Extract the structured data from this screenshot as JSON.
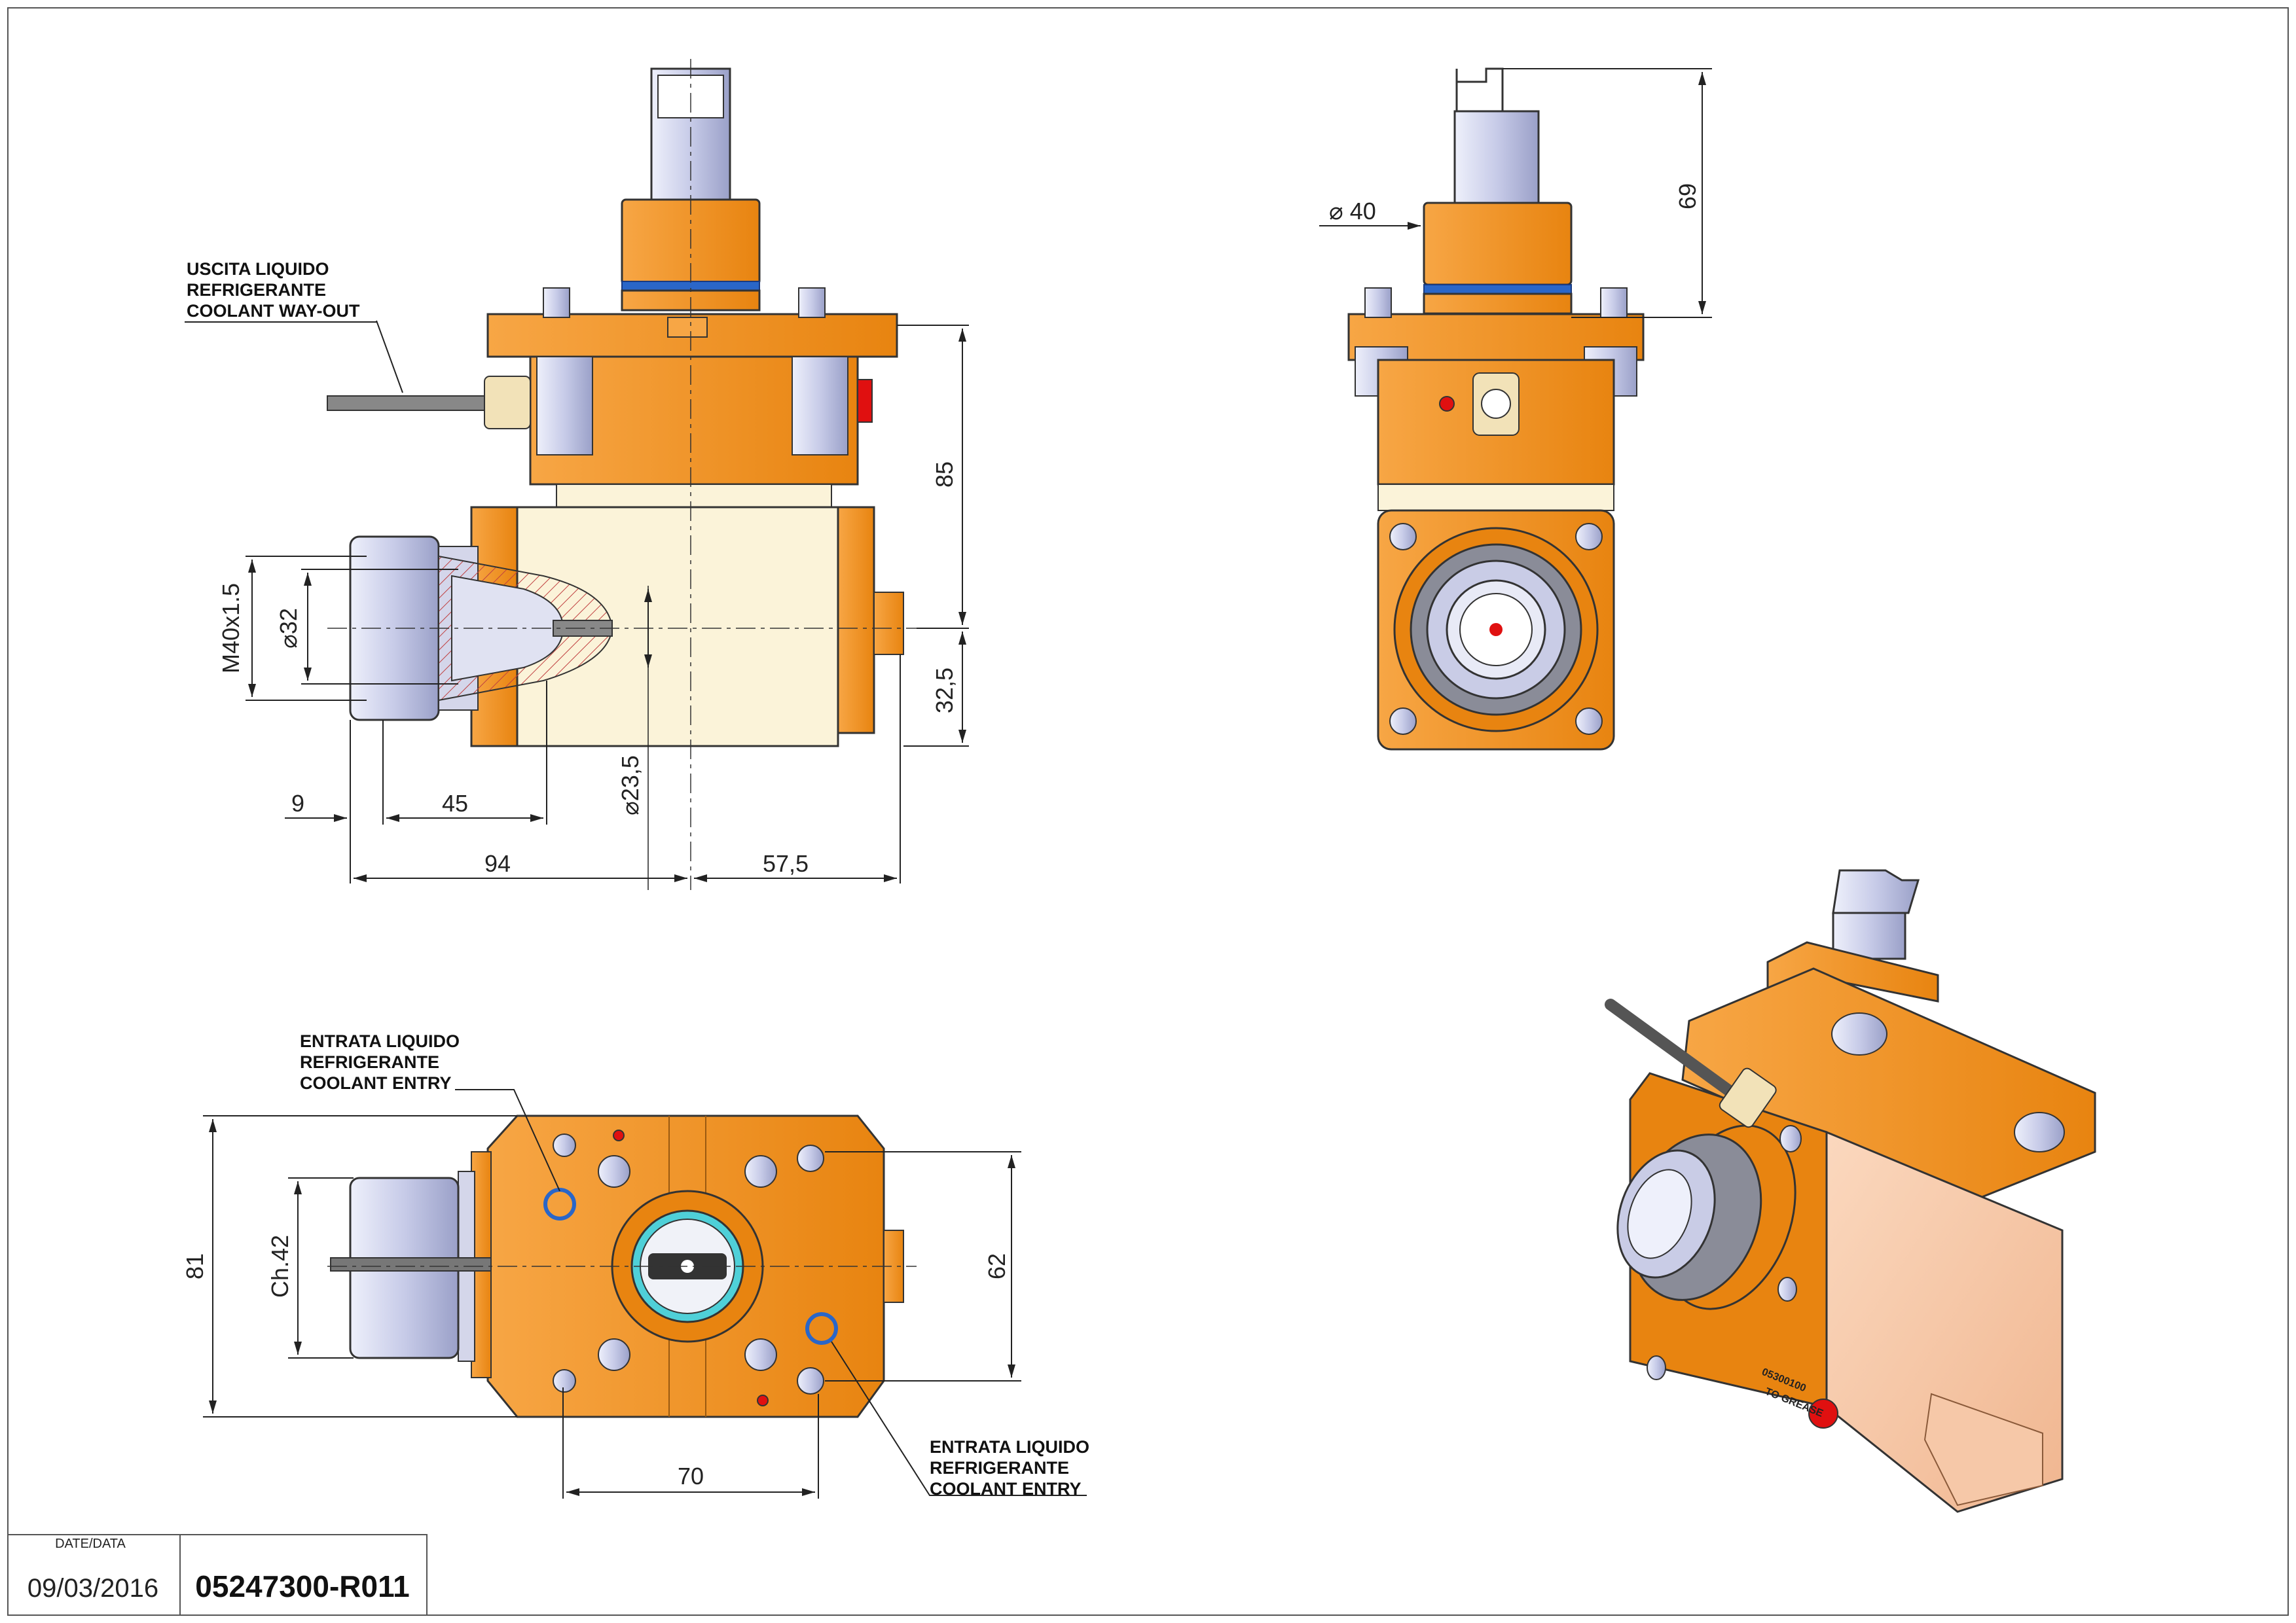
{
  "labels": {
    "coolant_out": [
      "USCITA LIQUIDO",
      "REFRIGERANTE",
      "COOLANT WAY-OUT"
    ],
    "coolant_entry_top": [
      "ENTRATA LIQUIDO",
      "REFRIGERANTE",
      "COOLANT ENTRY"
    ],
    "coolant_entry_bottom": [
      "ENTRATA LIQUIDO",
      "REFRIGERANTE",
      "COOLANT ENTRY"
    ]
  },
  "dimensions": {
    "front": {
      "d32": "32",
      "thread": "M40x1.5",
      "d23_5": "23,5",
      "h85": "85",
      "h32_5": "32,5",
      "w9": "9",
      "w45": "45",
      "w94": "94",
      "w57_5": "57,5"
    },
    "side": {
      "d40": "40",
      "h69": "69"
    },
    "top": {
      "h81": "81",
      "ch42": "Ch.42",
      "h62": "62",
      "w70": "70"
    }
  },
  "iso": {
    "label_to_grease": "TO GREASE",
    "part_number": "05300100"
  },
  "title_block": {
    "date_header": "DATE/DATA",
    "date": "09/03/2016",
    "code": "05247300-R011"
  },
  "colors": {
    "orange": "#F39220",
    "orange_dark": "#C86A10",
    "cream": "#FBF3D9",
    "steel": "#C9CCE6",
    "blue_ring": "#2A66C8",
    "red_dot": "#E01010",
    "cyan_ring": "#4FD0D8"
  }
}
